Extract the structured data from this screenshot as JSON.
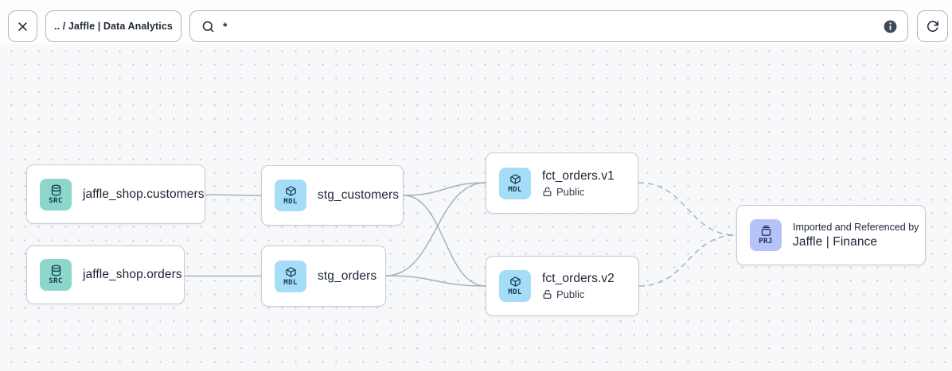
{
  "toolbar": {
    "breadcrumb": ".. / Jaffle | Data Analytics",
    "search": {
      "value": "*",
      "placeholder": ""
    },
    "icons": {
      "close": "x-mark",
      "search": "magnifier",
      "info": "info-circle-filled",
      "refresh": "clockwise-arrow"
    }
  },
  "nodes": [
    {
      "id": "src-customers",
      "type": "source",
      "badge": "SRC",
      "icon": "database",
      "title": "jaffle_shop.customers"
    },
    {
      "id": "src-orders",
      "type": "source",
      "badge": "SRC",
      "icon": "database",
      "title": "jaffle_shop.orders"
    },
    {
      "id": "stg-customers",
      "type": "model",
      "badge": "MDL",
      "icon": "cube",
      "title": "stg_customers"
    },
    {
      "id": "stg-orders",
      "type": "model",
      "badge": "MDL",
      "icon": "cube",
      "title": "stg_orders"
    },
    {
      "id": "fct-orders-v1",
      "type": "model",
      "badge": "MDL",
      "icon": "cube",
      "title": "fct_orders.v1",
      "access": "Public",
      "access_icon": "unlocked-padlock"
    },
    {
      "id": "fct-orders-v2",
      "type": "model",
      "badge": "MDL",
      "icon": "cube",
      "title": "fct_orders.v2",
      "access": "Public",
      "access_icon": "unlocked-padlock"
    },
    {
      "id": "prj-finance",
      "type": "project",
      "badge": "PRJ",
      "icon": "archive",
      "kicker": "Imported and Referenced by",
      "title": "Jaffle | Finance"
    }
  ],
  "edges": [
    {
      "from": "jaffle_shop.customers",
      "to": "stg_customers",
      "style": "solid"
    },
    {
      "from": "jaffle_shop.orders",
      "to": "stg_orders",
      "style": "solid"
    },
    {
      "from": "stg_customers",
      "to": "fct_orders.v1",
      "style": "solid"
    },
    {
      "from": "stg_customers",
      "to": "fct_orders.v2",
      "style": "solid"
    },
    {
      "from": "stg_orders",
      "to": "fct_orders.v1",
      "style": "solid"
    },
    {
      "from": "stg_orders",
      "to": "fct_orders.v2",
      "style": "solid"
    },
    {
      "from": "fct_orders.v1",
      "to": "Jaffle | Finance",
      "style": "dashed"
    },
    {
      "from": "fct_orders.v2",
      "to": "Jaffle | Finance",
      "style": "dashed"
    }
  ],
  "colors": {
    "source_badge_bg": "#8dd6cb",
    "model_badge_bg": "#a5dcf7",
    "project_badge_bg": "#b6c3f8",
    "edge": "#a8b0bc",
    "canvas_bg": "#f7f8fa",
    "node_border": "#c6ccd6"
  }
}
